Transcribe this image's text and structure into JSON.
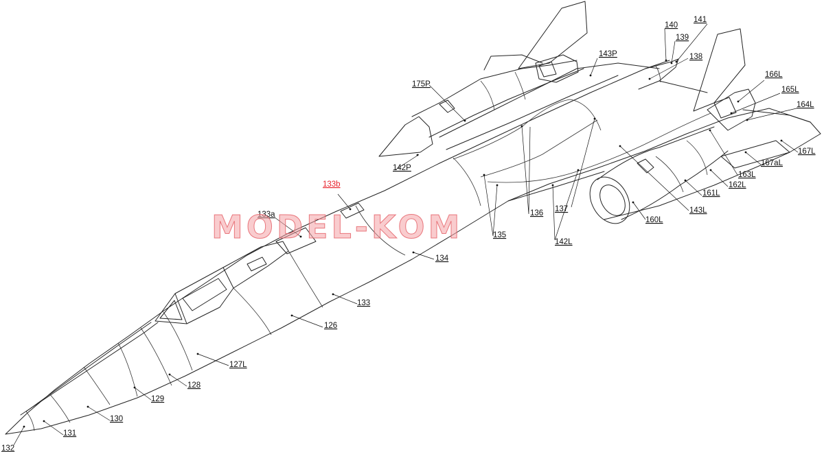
{
  "watermark": "MODEL-KOM",
  "colors": {
    "line": "#222222",
    "label": "#111111",
    "highlight": "#e8202a",
    "watermark": "#f4a3a6"
  },
  "labels": [
    {
      "id": "l132",
      "text": "132"
    },
    {
      "id": "l131",
      "text": "131"
    },
    {
      "id": "l130",
      "text": "130"
    },
    {
      "id": "l129",
      "text": "129"
    },
    {
      "id": "l128",
      "text": "128"
    },
    {
      "id": "l127L",
      "text": "127L"
    },
    {
      "id": "l126",
      "text": "126"
    },
    {
      "id": "l133",
      "text": "133"
    },
    {
      "id": "l134",
      "text": "134"
    },
    {
      "id": "l133a",
      "text": "133a"
    },
    {
      "id": "l133b",
      "text": "133b",
      "highlight": true
    },
    {
      "id": "l135",
      "text": "135"
    },
    {
      "id": "l136",
      "text": "136"
    },
    {
      "id": "l137",
      "text": "137"
    },
    {
      "id": "l142L",
      "text": "142L"
    },
    {
      "id": "l142P",
      "text": "142P"
    },
    {
      "id": "l175P",
      "text": "175P"
    },
    {
      "id": "l143P",
      "text": "143P"
    },
    {
      "id": "l140",
      "text": "140"
    },
    {
      "id": "l141",
      "text": "141"
    },
    {
      "id": "l139",
      "text": "139"
    },
    {
      "id": "l138",
      "text": "138"
    },
    {
      "id": "l166L",
      "text": "166L"
    },
    {
      "id": "l165L",
      "text": "165L"
    },
    {
      "id": "l164L",
      "text": "164L"
    },
    {
      "id": "l167L",
      "text": "167L"
    },
    {
      "id": "l167aL",
      "text": "167aL"
    },
    {
      "id": "l163L",
      "text": "163L"
    },
    {
      "id": "l162L",
      "text": "162L"
    },
    {
      "id": "l161L",
      "text": "161L"
    },
    {
      "id": "l143L",
      "text": "143L"
    },
    {
      "id": "l160L",
      "text": "160L"
    }
  ]
}
